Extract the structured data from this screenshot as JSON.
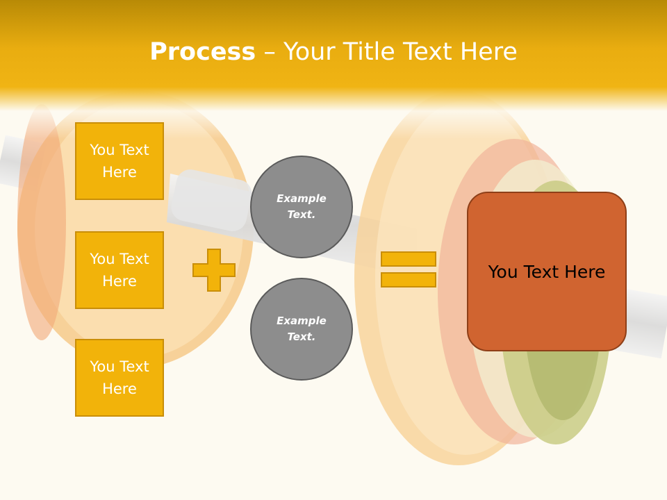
{
  "slide": {
    "title_bold": "Process",
    "title_rest": " – Your Title Text Here"
  },
  "left_boxes": [
    {
      "text": "You Text\nHere"
    },
    {
      "text": "You Text\nHere"
    },
    {
      "text": "You Text\nHere"
    }
  ],
  "circles": [
    {
      "text": "Example\nText."
    },
    {
      "text": "Example\nText."
    }
  ],
  "result": {
    "text": "You Text Here"
  },
  "operators": {
    "plus": "plus-icon",
    "equals": "equals-icon"
  },
  "colors": {
    "header": "#f0b414",
    "box_fill": "#f2b30a",
    "circle_fill": "#8d8d8d",
    "result_fill": "#d06430"
  }
}
